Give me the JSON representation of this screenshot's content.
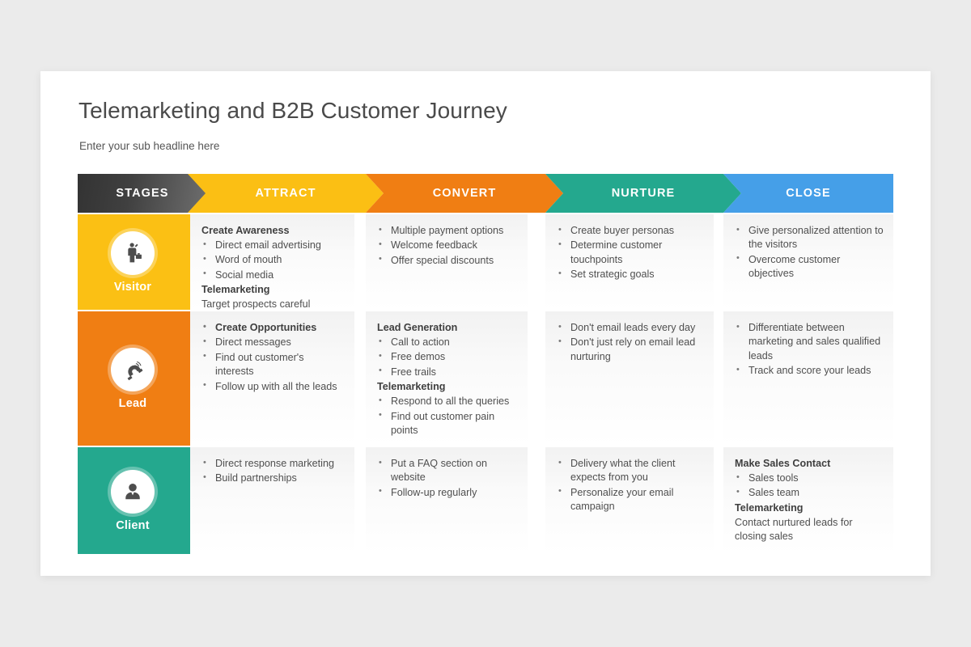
{
  "slide": {
    "title": "Telemarketing and B2B Customer Journey",
    "subtitle": "Enter your sub headline here"
  },
  "colors": {
    "page_background": "#ebebeb",
    "slide_background": "#ffffff",
    "stages_header": "#3f3f3f",
    "attract": "#fbc014",
    "convert": "#f07e13",
    "nurture": "#24a88e",
    "close": "#459fe8",
    "title_text": "#4a4a4a",
    "body_text": "#4f4f4f"
  },
  "headers": [
    {
      "key": "stages",
      "label": "STAGES"
    },
    {
      "key": "attract",
      "label": "ATTRACT"
    },
    {
      "key": "convert",
      "label": "CONVERT"
    },
    {
      "key": "nurture",
      "label": "NURTURE"
    },
    {
      "key": "close",
      "label": "CLOSE"
    }
  ],
  "rows": [
    {
      "stage": {
        "name": "Visitor",
        "icon": "businessman-icon",
        "color": "#fbc014"
      },
      "attract": {
        "heading": "Create Awareness",
        "bullets": [
          "Direct email advertising",
          "Word of mouth",
          "Social media"
        ],
        "subheading": "Telemarketing",
        "note": "Target prospects careful"
      },
      "convert": {
        "bullets": [
          "Multiple payment options",
          "Welcome feedback",
          "Offer special discounts"
        ]
      },
      "nurture": {
        "bullets": [
          "Create buyer personas",
          "Determine customer touchpoints",
          "Set strategic goals"
        ]
      },
      "close": {
        "bullets": [
          "Give personalized attention to the visitors",
          "Overcome customer objectives"
        ]
      }
    },
    {
      "stage": {
        "name": "Lead",
        "icon": "magnet-icon",
        "color": "#f07e13"
      },
      "attract": {
        "bullets_bold_first": [
          "Create Opportunities"
        ],
        "bullets": [
          "Direct messages",
          "Find out customer's interests",
          "Follow up with all the leads"
        ]
      },
      "convert": {
        "heading": "Lead Generation",
        "bullets": [
          "Call to action",
          "Free demos",
          "Free trails"
        ],
        "subheading": "Telemarketing",
        "bullets2": [
          "Respond to all the queries",
          "Find out customer pain points"
        ]
      },
      "nurture": {
        "bullets": [
          "Don't email leads every day",
          "Don't just rely on email lead nurturing"
        ]
      },
      "close": {
        "bullets": [
          "Differentiate between marketing and sales qualified leads",
          "Track and score your leads"
        ]
      }
    },
    {
      "stage": {
        "name": "Client",
        "icon": "person-avatar-icon",
        "color": "#24a88e"
      },
      "attract": {
        "bullets": [
          "Direct response marketing",
          "Build partnerships"
        ]
      },
      "convert": {
        "bullets": [
          "Put a FAQ section on website",
          "Follow-up regularly"
        ]
      },
      "nurture": {
        "bullets": [
          "Delivery what the client expects from you",
          "Personalize your email campaign"
        ]
      },
      "close": {
        "heading": "Make Sales Contact",
        "bullets": [
          "Sales tools",
          "Sales team"
        ],
        "subheading": "Telemarketing",
        "note": "Contact nurtured leads for closing sales"
      }
    }
  ]
}
